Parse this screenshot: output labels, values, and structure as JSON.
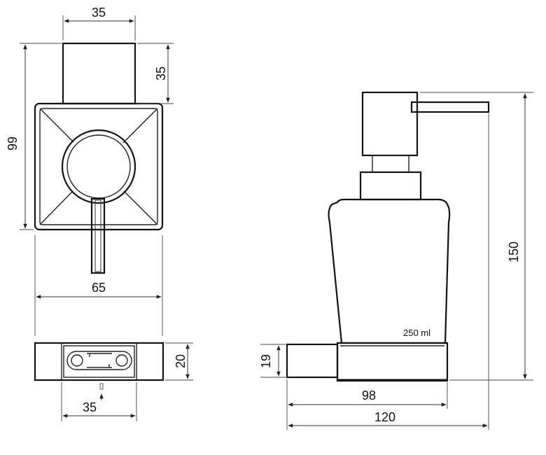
{
  "dimensions": {
    "top_width": "35",
    "top_height": "35",
    "plate_height": "99",
    "plate_width": "65",
    "base_depth": "20",
    "base_center": "35",
    "mount_height": "19",
    "bottle_width": "98",
    "total_width": "120",
    "total_height": "150"
  },
  "capacity_label": "250 ml",
  "colors": {
    "line": "#111111",
    "background": "#ffffff"
  }
}
